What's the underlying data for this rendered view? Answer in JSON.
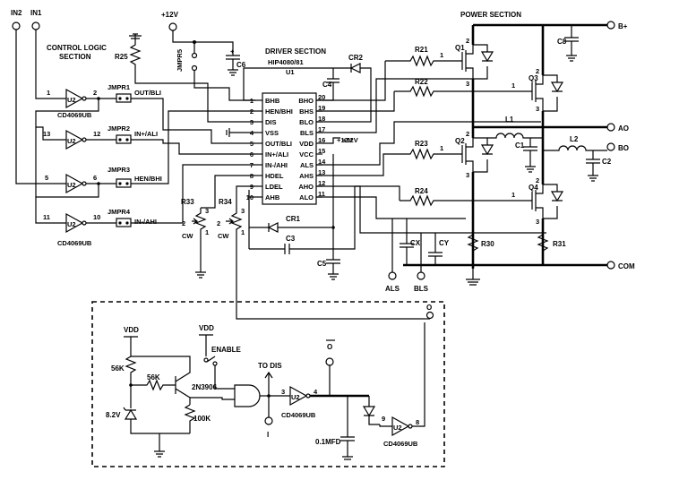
{
  "sections": {
    "control_logic": [
      "CONTROL LOGIC",
      "SECTION"
    ],
    "driver": "DRIVER SECTION",
    "power": "POWER SECTION"
  },
  "inputs": [
    "IN2",
    "IN1"
  ],
  "supply": "+12V",
  "ic": {
    "part": "HIP4080/81",
    "ref": "U1",
    "left_pins": [
      {
        "num": "1",
        "name": "BHB"
      },
      {
        "num": "2",
        "name": "HEN/BHI"
      },
      {
        "num": "3",
        "name": "DIS"
      },
      {
        "num": "4",
        "name": "VSS"
      },
      {
        "num": "5",
        "name": "OUT/BLI"
      },
      {
        "num": "6",
        "name": "IN+/ALI"
      },
      {
        "num": "7",
        "name": "IN-/AHI"
      },
      {
        "num": "8",
        "name": "HDEL"
      },
      {
        "num": "9",
        "name": "LDEL"
      },
      {
        "num": "10",
        "name": "AHB"
      }
    ],
    "right_pins": [
      {
        "num": "20",
        "name": "BHO"
      },
      {
        "num": "19",
        "name": "BHS"
      },
      {
        "num": "18",
        "name": "BLO"
      },
      {
        "num": "17",
        "name": "BLS"
      },
      {
        "num": "16",
        "name": "VDD"
      },
      {
        "num": "15",
        "name": "VCC"
      },
      {
        "num": "14",
        "name": "ALS"
      },
      {
        "num": "13",
        "name": "AHS"
      },
      {
        "num": "12",
        "name": "AHO"
      },
      {
        "num": "11",
        "name": "ALO"
      }
    ]
  },
  "inverters": [
    {
      "ref": "U2",
      "in": "1",
      "out": "2",
      "part": "CD4069UB"
    },
    {
      "ref": "U2",
      "in": "13",
      "out": "12",
      "part": "CD4069UB"
    },
    {
      "ref": "U2",
      "in": "5",
      "out": "6",
      "part": "CD4069UB"
    },
    {
      "ref": "U2",
      "in": "11",
      "out": "10",
      "part": "CD4069UB"
    }
  ],
  "jumpers": [
    {
      "ref": "JMPR1",
      "signal": "OUT/BLI"
    },
    {
      "ref": "JMPR2",
      "signal": "IN+/ALI"
    },
    {
      "ref": "JMPR3",
      "signal": "HEN/BHI"
    },
    {
      "ref": "JMPR4",
      "signal": "IN-/AHI"
    },
    {
      "ref": "JMPR5",
      "signal": ""
    }
  ],
  "resistors": {
    "R25": "R25",
    "R33": "R33",
    "R34": "R34",
    "R21": "R21",
    "R22": "R22",
    "R23": "R23",
    "R24": "R24",
    "R30": "R30",
    "R31": "R31"
  },
  "capacitors": {
    "C1": "C1",
    "C2": "C2",
    "C3": "C3",
    "C4": "C4",
    "C5": "C5",
    "C6": "C6",
    "C8": "C8",
    "CX": "CX",
    "CY": "CY"
  },
  "diodes": {
    "CR1": "CR1",
    "CR2": "CR2"
  },
  "inductors": {
    "L1": "L1",
    "L2": "L2"
  },
  "transistors": [
    "Q1",
    "Q2",
    "Q3",
    "Q4"
  ],
  "terminals": [
    "B+",
    "AO",
    "BO",
    "COM",
    "ALS",
    "BLS"
  ],
  "pot_label": "CW",
  "gate_pins": {
    "pin1": "1",
    "pin2": "2",
    "pin3": "3"
  },
  "protection": {
    "vdd": "VDD",
    "enable": "ENABLE",
    "r1": "56K",
    "r2": "56K",
    "r3": "100K",
    "zener": "8.2V",
    "transistor": "2N3906",
    "to_dis": "TO DIS",
    "i_label": "I",
    "o_label": "O",
    "obar_label": "O",
    "cap": "0.1MFD",
    "inv1": {
      "ref": "U2",
      "in": "3",
      "out": "4",
      "part": "CD4069UB"
    },
    "inv2": {
      "ref": "U2",
      "in": "9",
      "out": "8",
      "part": "CD4069UB"
    }
  }
}
